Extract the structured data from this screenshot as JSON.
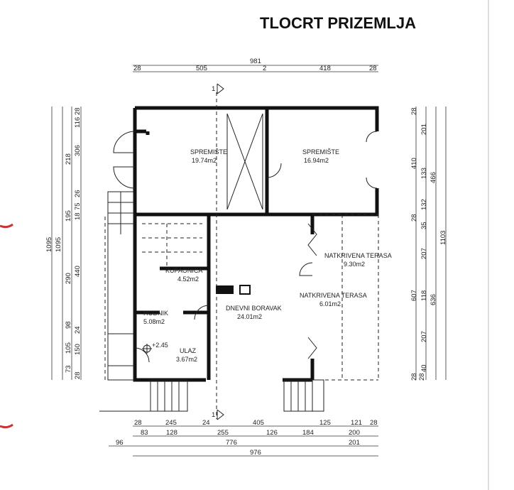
{
  "title": "TLOCRT PRIZEMLJA",
  "section_mark": "1",
  "rooms": [
    {
      "name": "SPREMIŠTE",
      "area": "19.74m2"
    },
    {
      "name": "SPREMIŠTE",
      "area": "16.94m2"
    },
    {
      "name": "NATKRIVENA TERASA",
      "area": "9.30m2"
    },
    {
      "name": "KUPAONICA",
      "area": "4.52m2"
    },
    {
      "name": "NATKRIVENA TERASA",
      "area": "6.01m2"
    },
    {
      "name": "DNEVNI BORAVAK",
      "area": "24.01m2"
    },
    {
      "name": "HODNIK",
      "area": "5.08m2"
    },
    {
      "name": "ULAZ",
      "area": "3.67m2"
    }
  ],
  "level_mark": "+2.45",
  "dims": {
    "top_total": "981",
    "top": [
      "28",
      "505",
      "2",
      "418",
      "28"
    ],
    "left_outer": "1095",
    "left_mid": "1095",
    "left_a": [
      "218",
      "195",
      "290",
      "98",
      "105",
      "73"
    ],
    "left_b": [
      "28",
      "116",
      "306",
      "26",
      "75",
      "18",
      "440",
      "24",
      "150",
      "28"
    ],
    "right_a": [
      "28",
      "410",
      "28",
      "607",
      "28"
    ],
    "right_b": [
      "201",
      "133",
      "132",
      "35",
      "207",
      "118",
      "207",
      "28",
      "40"
    ],
    "right_c": [
      "466",
      "636"
    ],
    "right_total": "1103",
    "bottom_1": [
      "28",
      "245",
      "24",
      "405",
      "125",
      "121",
      "28"
    ],
    "bottom_2": [
      "83",
      "128",
      "255",
      "126",
      "184",
      "200"
    ],
    "bottom_3": [
      "96",
      "776",
      "201"
    ],
    "bottom_total": "976"
  }
}
